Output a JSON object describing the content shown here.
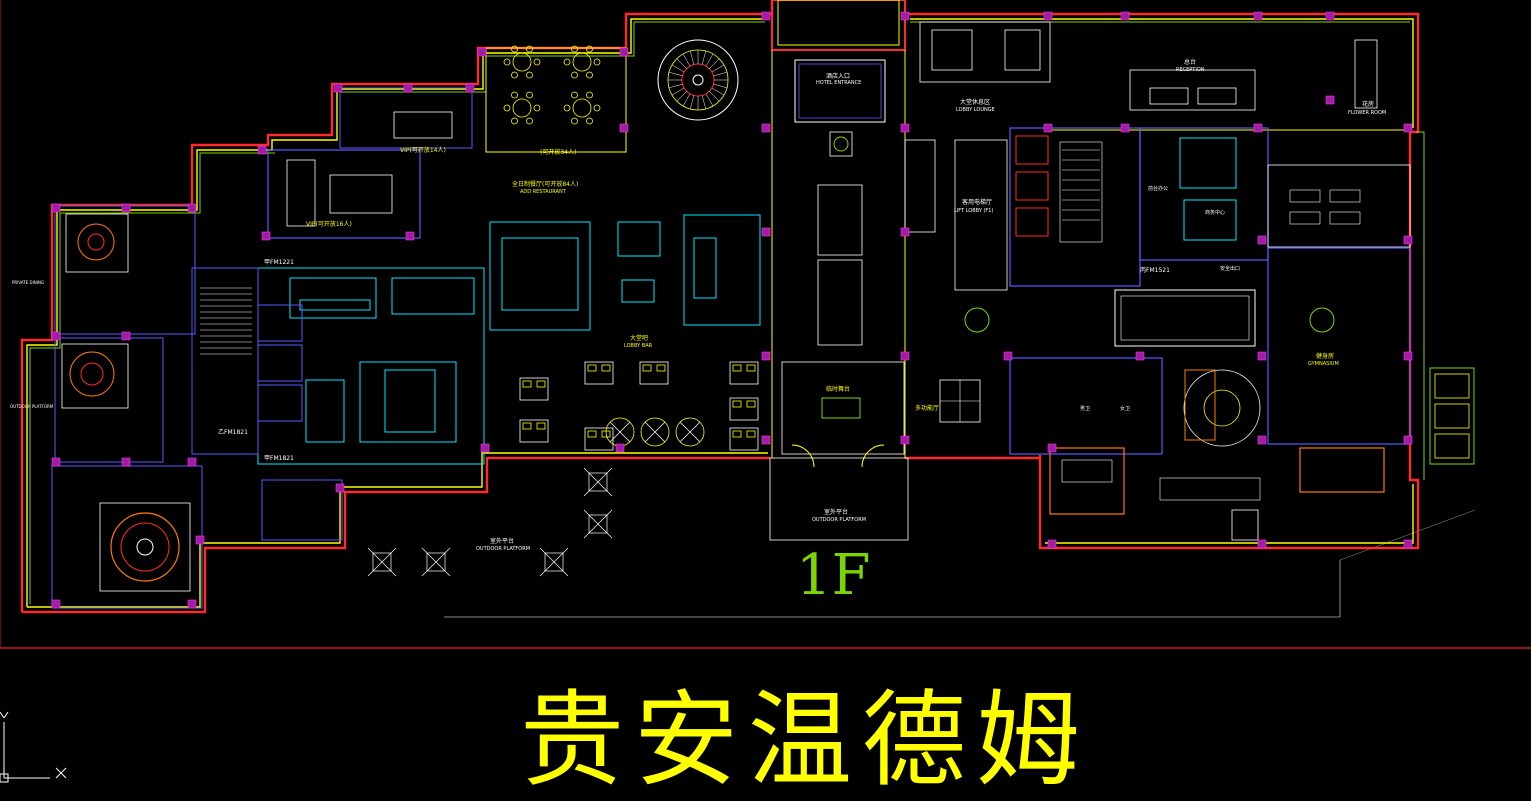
{
  "drawing": {
    "floor_label": "1F",
    "project_title": "贵安温德姆"
  },
  "colors": {
    "background": "#000000",
    "outer_wall": "#FF2A2A",
    "inner_wall": "#FFFF00",
    "secondary_wall": "#5A5AFF",
    "furniture": "#FFFFFF",
    "kitchen": "#00E5FF",
    "column": "#A01FA0",
    "accent_green": "#7CD400",
    "partition": "#FF7A00",
    "floor_label": "#7CD400",
    "title": "#FFFF00"
  },
  "labels": {
    "vip_14": "VIP(可开放14人)",
    "vip_34": "(可开放34人)",
    "vip_16": "VIP(可开放16人)",
    "all_day_dining": "全日制餐厅(可开放84人)",
    "all_day_dining_en": "ADD RESTAURANT",
    "hotel_entrance": "酒店入口",
    "hotel_entrance_en": "HOTEL ENTRANCE",
    "lobby_lounge": "大堂休息区",
    "lobby_lounge_en": "LOBBY LOUNGE",
    "reception": "总台",
    "reception_en": "RECEPTION",
    "flower_room": "花房",
    "flower_room_en": "FLOWER ROOM",
    "lift_lobby": "客用电梯厅",
    "lift_lobby_en": "LIFT LOBBY (F1)",
    "lobby_bar": "大堂吧",
    "lobby_bar_en": "LOBBY BAR",
    "gymnasium": "健身房",
    "gymnasium_en": "GYMNASIUM",
    "outdoor_platform": "室外平台",
    "outdoor_platform_en": "OUTDOOR PLATFORM",
    "door_fm1221": "甲FM1221",
    "door_fm1821": "甲FM1821",
    "door_zfm1821": "乙FM1821",
    "door_bfm1521": "丙FM1521",
    "private_dining": "PRIVATE DINING",
    "outdoor_platform_west": "OUTDOOR PLATFORM",
    "temp_stage": "临时舞台",
    "multi_function": "多功能厅",
    "mens_wc": "男卫",
    "womens_wc": "女卫",
    "business_center": "商务中心",
    "front_office": "前台办公",
    "security": "安全出口"
  }
}
